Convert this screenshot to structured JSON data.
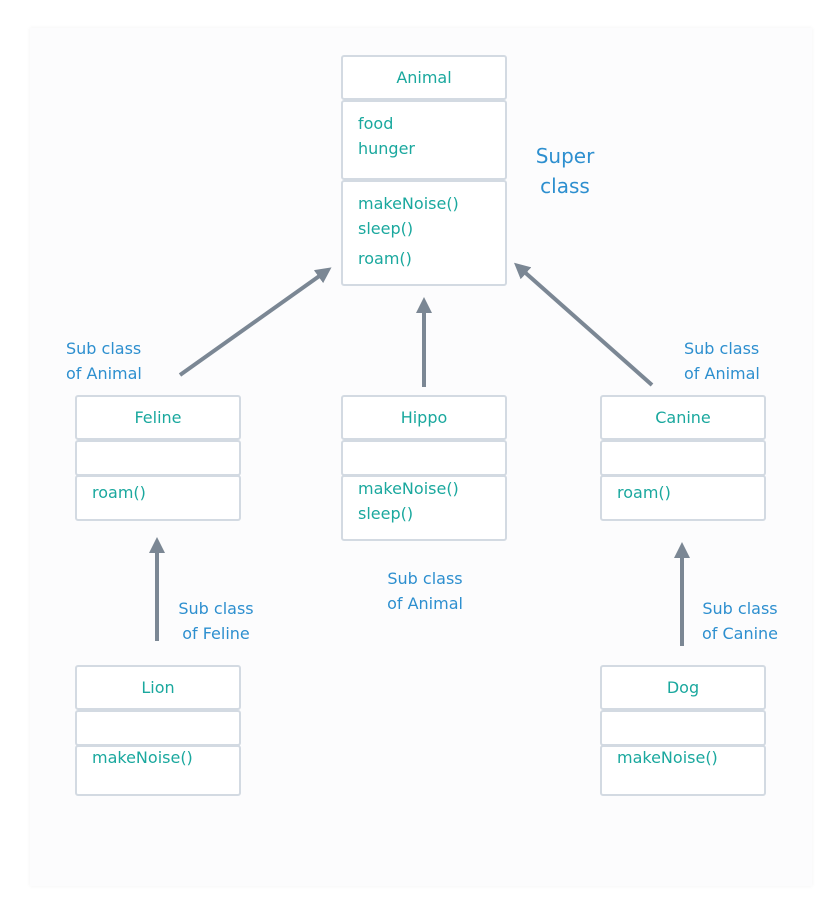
{
  "diagram": {
    "classes": {
      "animal": {
        "name": "Animal",
        "attributes": [
          "food",
          "hunger"
        ],
        "methods": [
          "makeNoise()",
          "sleep()",
          "roam()"
        ]
      },
      "feline": {
        "name": "Feline",
        "attributes": [],
        "methods": [
          "roam()"
        ]
      },
      "hippo": {
        "name": "Hippo",
        "attributes": [],
        "methods": [
          "makeNoise()",
          "sleep()"
        ]
      },
      "canine": {
        "name": "Canine",
        "attributes": [],
        "methods": [
          "roam()"
        ]
      },
      "lion": {
        "name": "Lion",
        "attributes": [],
        "methods": [
          "makeNoise()"
        ]
      },
      "dog": {
        "name": "Dog",
        "attributes": [],
        "methods": [
          "makeNoise()"
        ]
      }
    },
    "labels": {
      "super_line1": "Super",
      "super_line2": "class",
      "feline_parent_line1": "Sub class",
      "feline_parent_line2": "of Animal",
      "canine_parent_line1": "Sub class",
      "canine_parent_line2": "of Animal",
      "hippo_parent_line1": "Sub class",
      "hippo_parent_line2": "of Animal",
      "lion_parent_line1": "Sub class",
      "lion_parent_line2": "of Feline",
      "dog_parent_line1": "Sub class",
      "dog_parent_line2": "of Canine"
    },
    "colors": {
      "class_text": "#1aa89e",
      "annotation_text": "#2d8fcf",
      "arrow": "#7b8794",
      "box_border": "#d3dae2"
    }
  }
}
